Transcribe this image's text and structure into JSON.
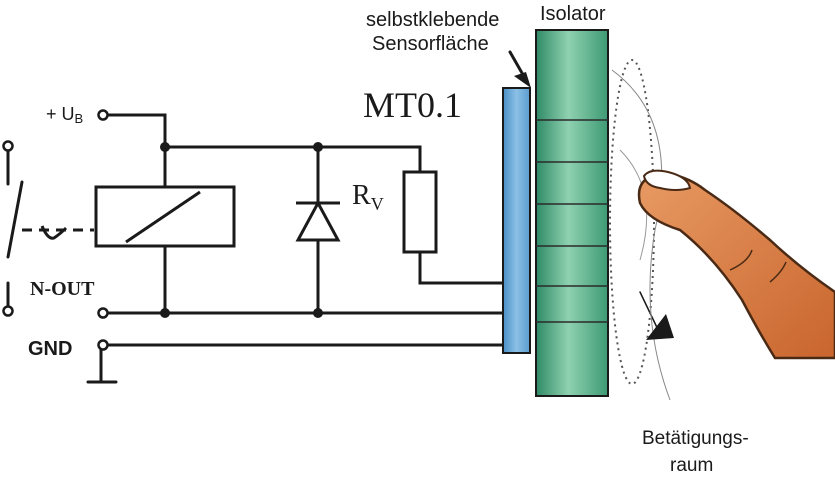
{
  "labels": {
    "sensor_surface_line1": "selbstklebende",
    "sensor_surface_line2": "Sensorfläche",
    "isolator": "Isolator",
    "module": "MT0.1",
    "supply": "+ U",
    "supply_sub": "B",
    "resistor": "R",
    "resistor_sub": "V",
    "n_out": "N-OUT",
    "gnd": "GND",
    "actuation_line1": "Betätigungs-",
    "actuation_line2": "raum"
  },
  "colors": {
    "wire": "#1a1a1a",
    "sensor_blue": "#6fa8d6",
    "isolator_green": "#5fb38a",
    "finger_fill": "#d97a42",
    "finger_outline": "#4a2a14"
  }
}
